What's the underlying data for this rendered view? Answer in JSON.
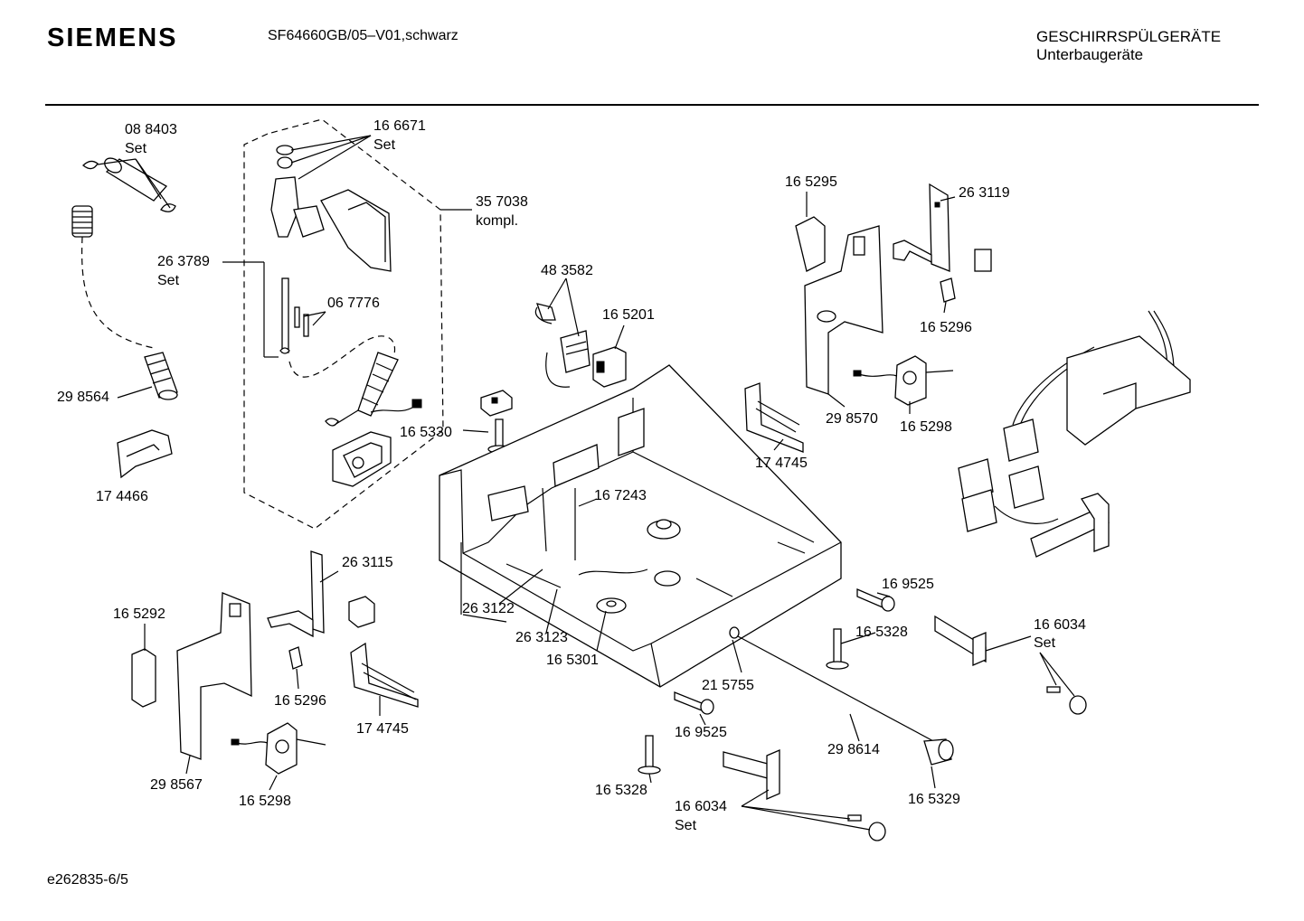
{
  "header": {
    "brand": "SIEMENS",
    "model": "SF64660GB/05–V01,schwarz",
    "category_line1": "GESCHIRRSPÜLGERÄTE",
    "category_line2": "Unterbaugeräte"
  },
  "footer": {
    "code": "e262835-6/5"
  },
  "labels": {
    "p088403": "08 8403",
    "p088403_set": "Set",
    "p166671": "16 6671",
    "p166671_set": "Set",
    "p357038": "35 7038",
    "p357038_kompl": "kompl.",
    "p263789": "26 3789",
    "p263789_set": "Set",
    "p067776": "06 7776",
    "p298564": "29 8564",
    "p174466": "17 4466",
    "p483582": "48 3582",
    "p165201": "16 5201",
    "p165330": "16 5330",
    "p165295": "16 5295",
    "p263119": "26 3119",
    "p165296a": "16 5296",
    "p298570": "29 8570",
    "p165298a": "16 5298",
    "p174745a": "17 4745",
    "p167243": "16 7243",
    "p263115": "26 3115",
    "p165292": "16 5292",
    "p165296b": "16 5296",
    "p174745b": "17 4745",
    "p298567": "29 8567",
    "p165298b": "16 5298",
    "p263122": "26 3122",
    "p263123": "26 3123",
    "p165301": "16 5301",
    "p215755": "21 5755",
    "p169525a": "16 9525",
    "p165328a": "16 5328",
    "p166034a": "16 6034",
    "p166034a_set": "Set",
    "p169525b": "16 9525",
    "p298614": "29 8614",
    "p165328b": "16 5328",
    "p166034b": "16 6034",
    "p166034b_set": "Set",
    "p165329": "16 5329"
  }
}
